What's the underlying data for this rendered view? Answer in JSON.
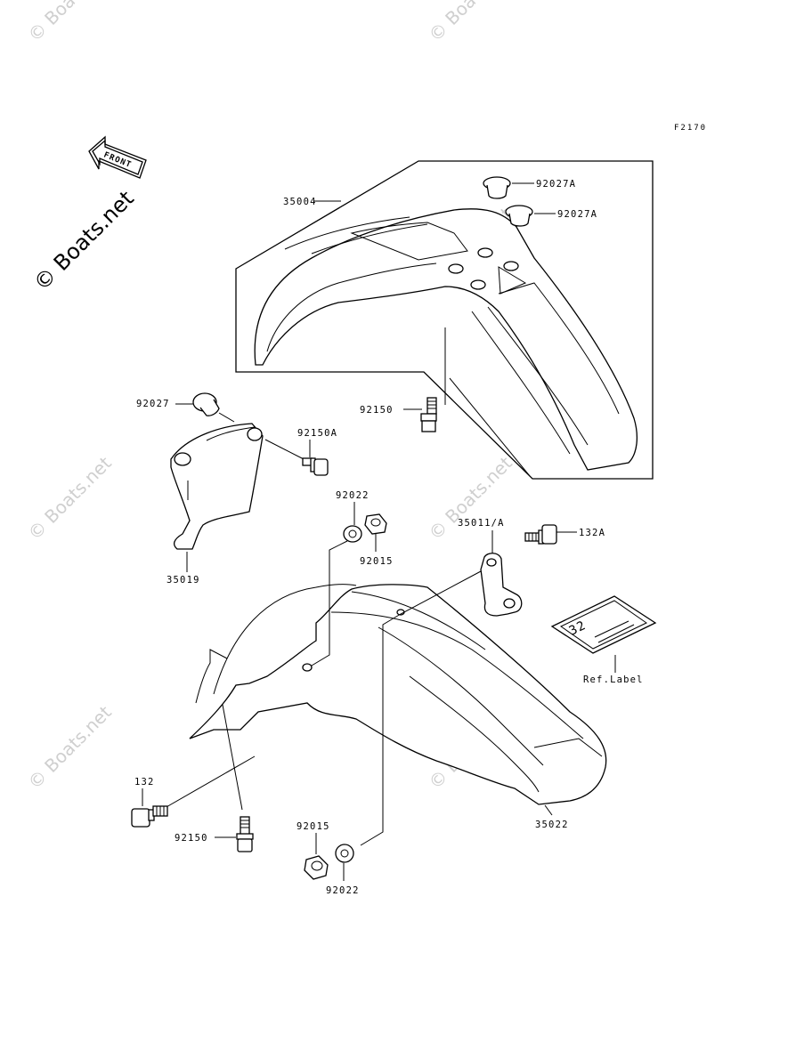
{
  "figure_code": "F2170",
  "front_arrow_label": "FRONT",
  "watermark_main": "© Boats.net",
  "watermark_faint": "© Boats.net",
  "decal_text": "32",
  "parts": {
    "front_fender": "35004",
    "cap_upper": "92027A",
    "cap_lower": "92027A",
    "front_fender_bolt": "92150",
    "collar": "92027",
    "side_cover_bolt": "92150A",
    "side_cover": "35019",
    "washer_upper": "92022",
    "nut_upper": "92015",
    "bracket": "35011/A",
    "bracket_bolt": "132A",
    "ref_label": "Ref.Label",
    "bolt_132": "132",
    "rear_fender_bolt": "92150",
    "nut_lower": "92015",
    "washer_lower": "92022",
    "rear_fender": "35022"
  }
}
